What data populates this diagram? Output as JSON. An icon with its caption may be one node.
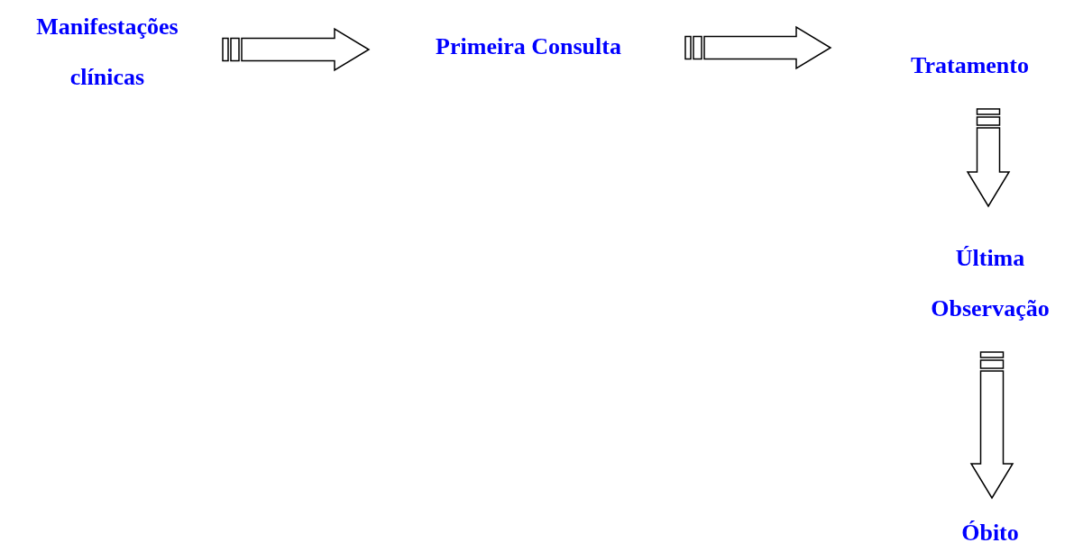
{
  "diagram": {
    "nodes": [
      {
        "text": [
          "Manifestações clínicas"
        ]
      },
      {
        "text": [
          "Primeira Consulta"
        ]
      },
      {
        "text": [
          "Tratamento"
        ]
      },
      {
        "text": [
          "Última Observação"
        ]
      },
      {
        "text": [
          "Óbito"
        ]
      }
    ],
    "edges": [
      {
        "from": 0,
        "to": 1,
        "arrow": "to"
      },
      {
        "from": 1,
        "to": 2,
        "arrow": "to"
      },
      {
        "from": 2,
        "to": 3,
        "arrow": "to"
      },
      {
        "from": 3,
        "to": 4,
        "arrow": "to"
      }
    ]
  }
}
